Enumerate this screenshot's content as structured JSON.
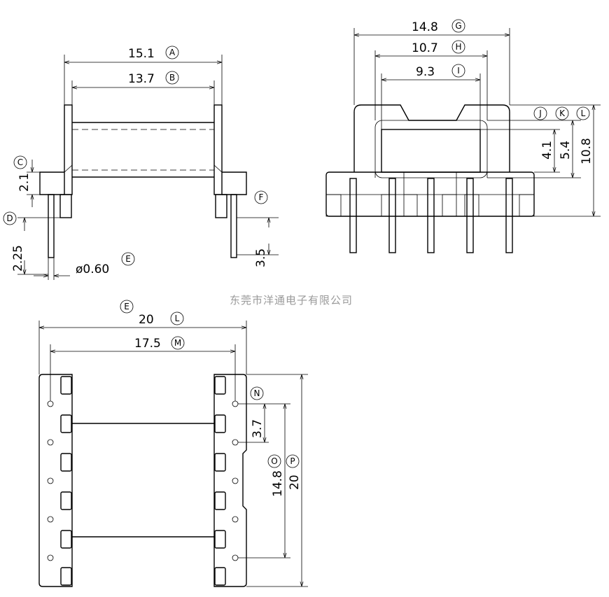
{
  "watermark": "东莞市洋通电子有限公司",
  "side_view": {
    "dims": [
      {
        "value": "15.1",
        "label": "A"
      },
      {
        "value": "13.7",
        "label": "B"
      },
      {
        "value": "",
        "label": "C"
      },
      {
        "value": "2.1",
        "label": ""
      },
      {
        "value": "",
        "label": "D"
      },
      {
        "value": "2.25",
        "label": ""
      },
      {
        "value": "ø0.60",
        "label": "E"
      },
      {
        "value": "",
        "label": "F"
      },
      {
        "value": "3.5",
        "label": ""
      }
    ]
  },
  "front_view": {
    "dims": [
      {
        "value": "14.8",
        "label": "G"
      },
      {
        "value": "10.7",
        "label": "H"
      },
      {
        "value": "9.3",
        "label": "I"
      },
      {
        "value": "",
        "label": "J"
      },
      {
        "value": "",
        "label": "K"
      },
      {
        "value": "",
        "label": "L"
      },
      {
        "value": "4.1",
        "label": ""
      },
      {
        "value": "5.4",
        "label": ""
      },
      {
        "value": "10.8",
        "label": ""
      }
    ]
  },
  "bottom_view": {
    "dims": [
      {
        "value": "20",
        "label": "L",
        "extra_label": "E"
      },
      {
        "value": "17.5",
        "label": "M"
      },
      {
        "value": "",
        "label": "N"
      },
      {
        "value": "3.7",
        "label": ""
      },
      {
        "value": "14.8",
        "label": "O"
      },
      {
        "value": "20",
        "label": "P"
      }
    ]
  }
}
